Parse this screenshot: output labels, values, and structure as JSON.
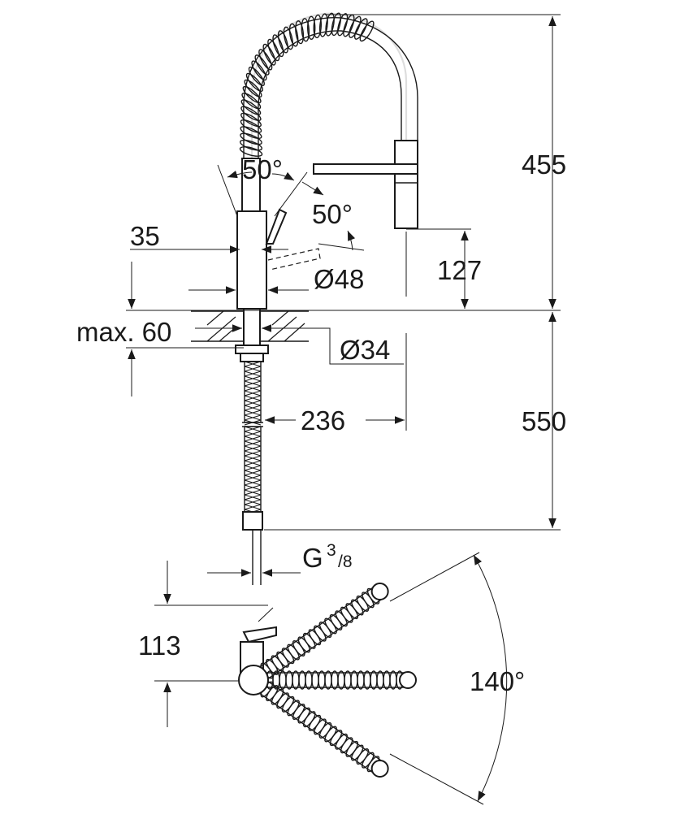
{
  "dimensions": {
    "height_total": "455",
    "spout_angle": "50°",
    "lever_angle": "50°",
    "outlet_height": "127",
    "spout_width": "35",
    "body_diameter": "Ø48",
    "deck_max": "max. 60",
    "hole_diameter": "Ø34",
    "reach": "236",
    "hose_length": "550",
    "thread_g": "G",
    "thread_num": "3",
    "thread_den": "/8",
    "lever_clearance": "113",
    "swivel_angle": "140°"
  },
  "colors": {
    "line": "#1a1a1a",
    "background": "#ffffff"
  }
}
